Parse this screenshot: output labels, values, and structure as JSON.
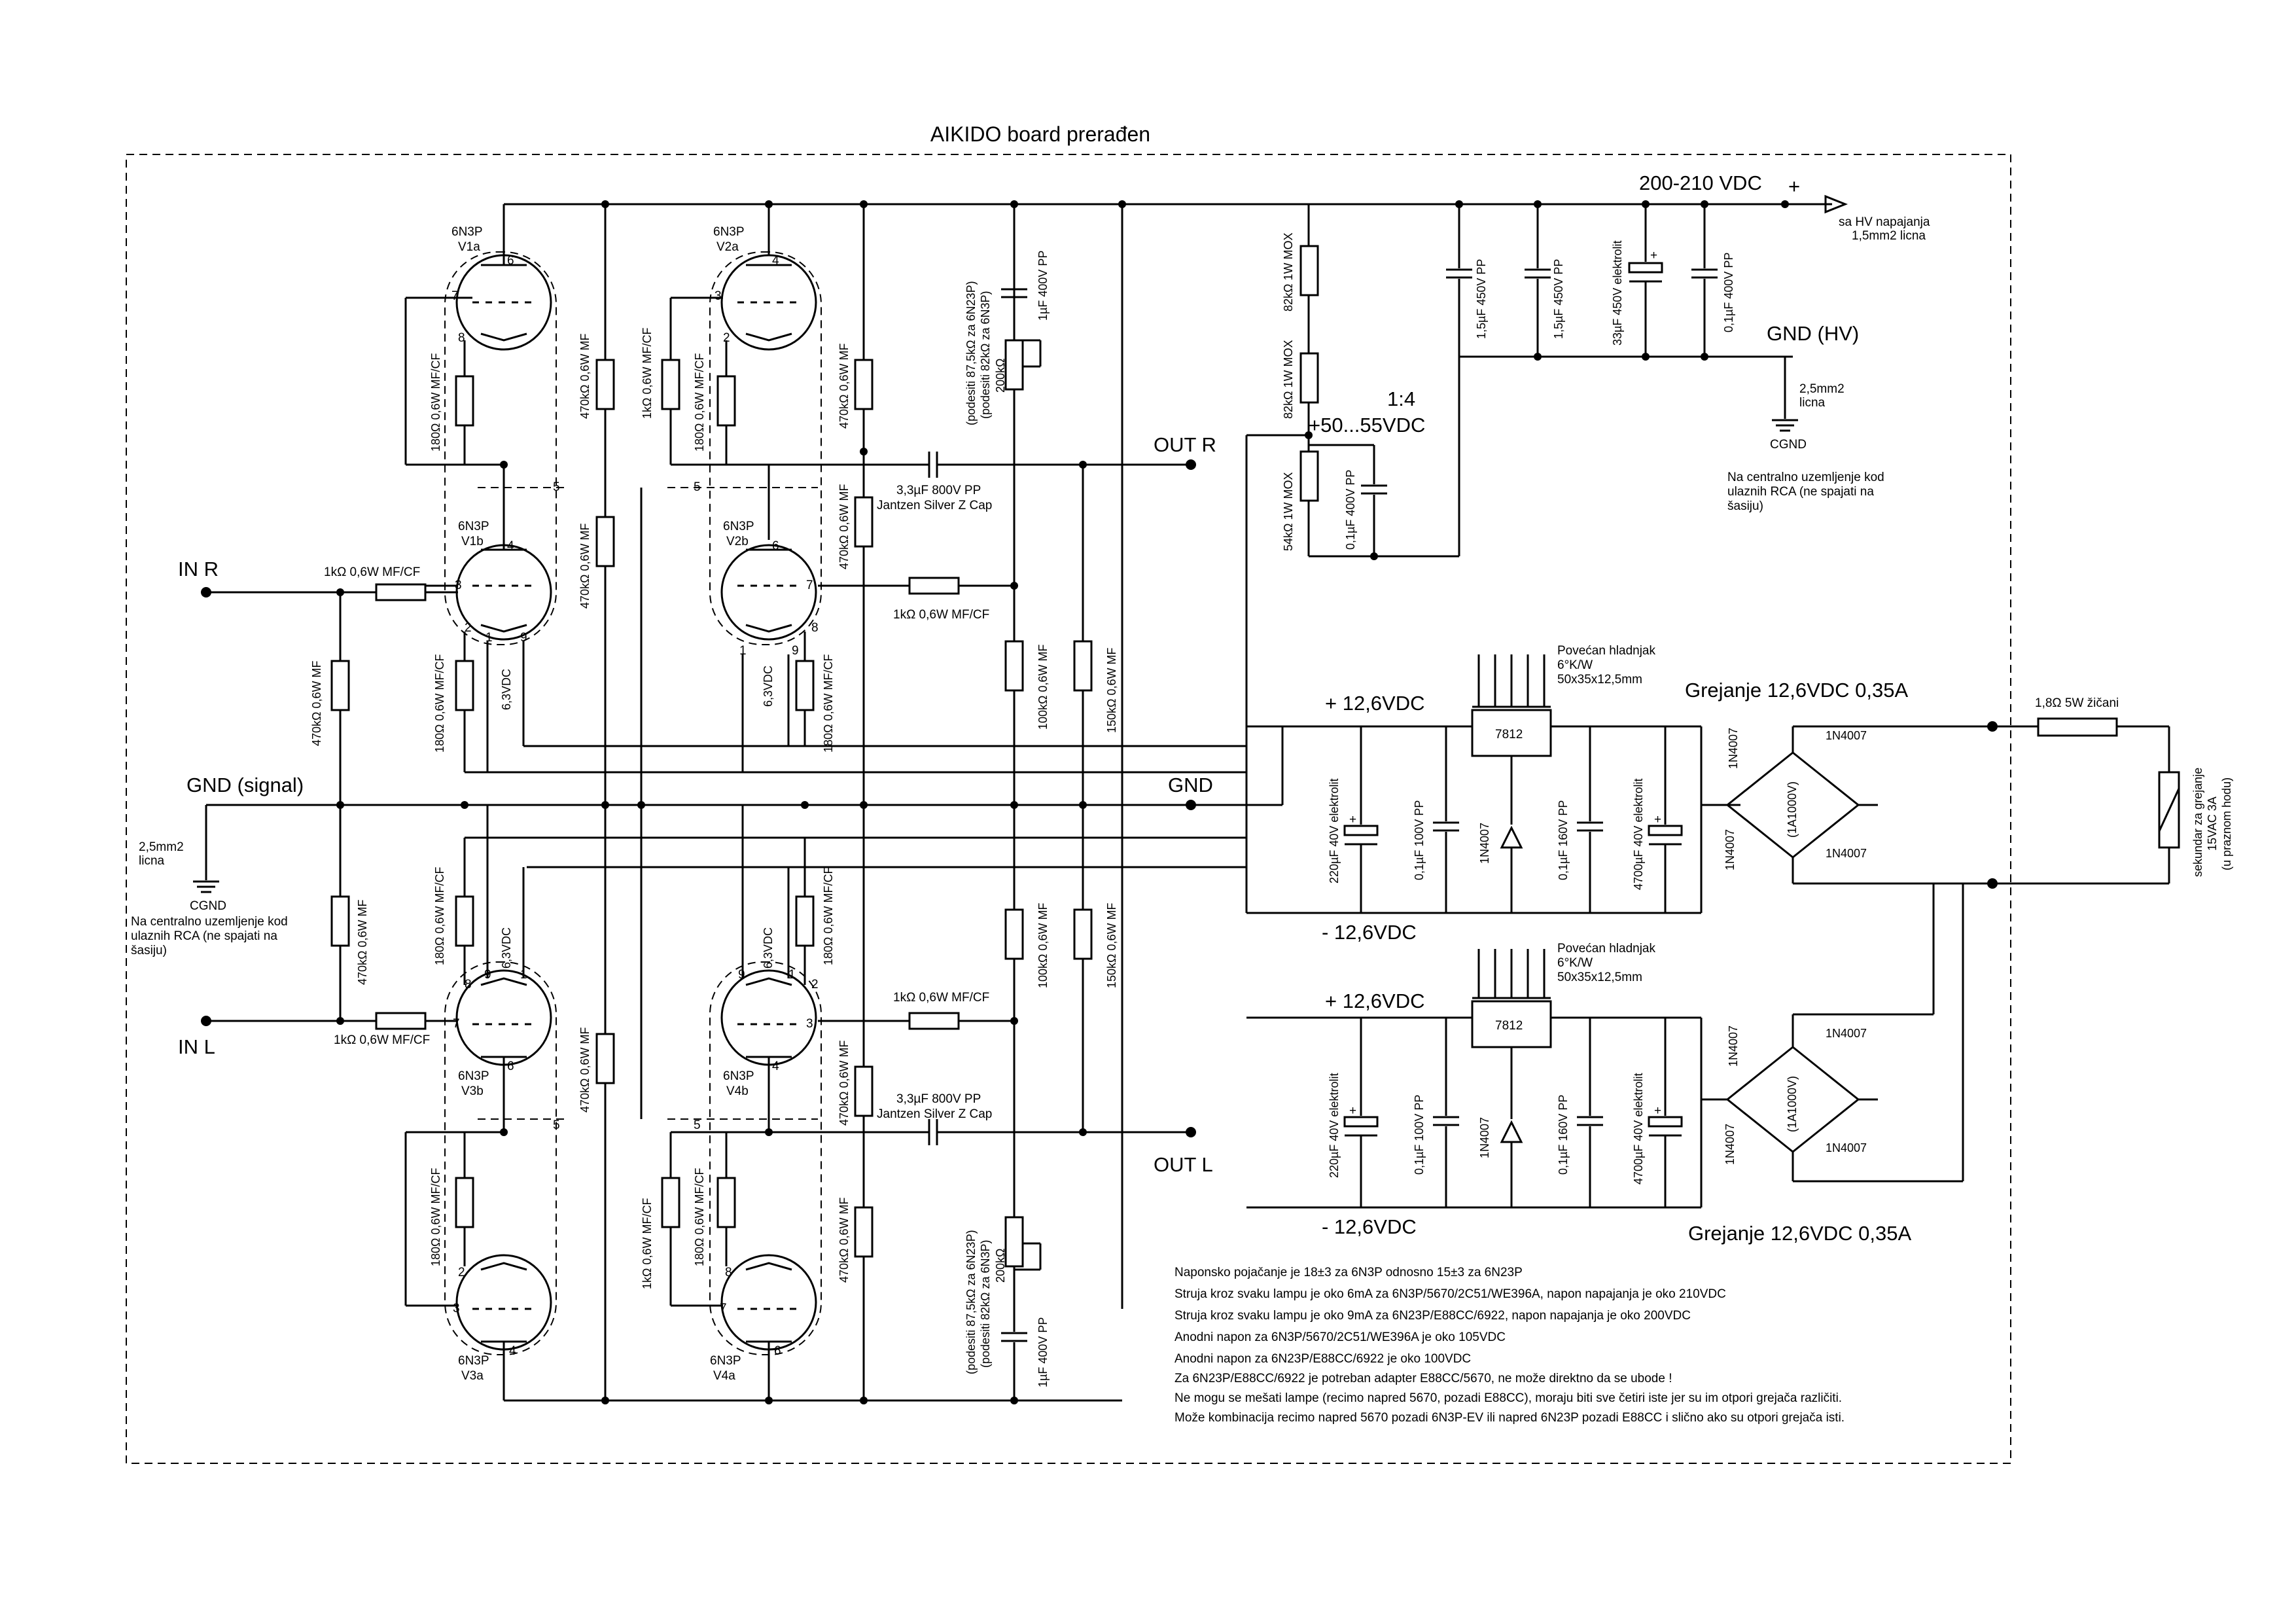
{
  "title": "AIKIDO board prerađen",
  "supply": {
    "hv_label": "200-210 VDC",
    "hv_plus": "+",
    "hv_source": [
      "sa HV napajanja",
      "1,5mm2 licna"
    ],
    "gnd_hv": "GND (HV)",
    "gnd_hv_wire": [
      "2,5mm2",
      "licna"
    ],
    "cgnd": "CGND",
    "hv_note": [
      "Na centralno uzemljenje kod",
      "ulaznih RCA (ne spajati na",
      "šasiju)"
    ],
    "cap1": "1,5µF 450V PP",
    "cap2": "1,5µF 450V PP",
    "cap3": "33µF 450V elektrolit",
    "cap4": "0,1µF 400V PP",
    "div_r1": "82kΩ 1W MOX",
    "div_r2": "82kΩ 1W MOX",
    "div_r3": "54kΩ 1W MOX",
    "div_cap": "0,1µF 400V PP",
    "bias_label": "+50...55VDC",
    "ratio": "1:4"
  },
  "signal": {
    "in_r": "IN R",
    "in_l": "IN L",
    "out_r": "OUT R",
    "out_l": "OUT L",
    "gnd_signal": "GND (signal)",
    "gnd": "GND",
    "gnd_wire": [
      "2,5mm2",
      "licna"
    ],
    "cgnd": "CGND",
    "gnd_note": [
      "Na centralno uzemljenje kod",
      "ulaznih RCA (ne spajati na",
      "šasiju)"
    ]
  },
  "tubes": {
    "v1a": [
      "6N3P",
      "V1a"
    ],
    "v2a": [
      "6N3P",
      "V2a"
    ],
    "v1b": [
      "6N3P",
      "V1b"
    ],
    "v2b": [
      "6N3P",
      "V2b"
    ],
    "v3b": [
      "6N3P",
      "V3b"
    ],
    "v4b": [
      "6N3P",
      "V4b"
    ],
    "v3a": [
      "6N3P",
      "V3a"
    ],
    "v4a": [
      "6N3P",
      "V4a"
    ],
    "heater": "6,3VDC"
  },
  "parts": {
    "r180": "180Ω 0,6W MF/CF",
    "r470": "470kΩ 0,6W MF",
    "r1k": "1kΩ 0,6W MF/CF",
    "r1k_in": "1kΩ 0,6W MF/CF",
    "r100k": "100kΩ 0,6W MF",
    "r150k": "150kΩ 0,6W MF",
    "pot": [
      "(podesiti 87,5kΩ za 6N23P)",
      "(podesiti 82kΩ za 6N3P)",
      "200kΩ"
    ],
    "cap_1u": "1µF 400V PP",
    "cap_out": [
      "3,3µF 800V PP",
      "Jantzen Silver Z Cap"
    ]
  },
  "heater": {
    "plus": "+ 12,6VDC",
    "minus": "- 12,6VDC",
    "heatsink": [
      "Povećan hladnjak",
      "6°K/W",
      "50x35x12,5mm"
    ],
    "reg": "7812",
    "c220": "220µF 40V elektrolit",
    "c01a": "0,1µF 100V PP",
    "c01b": "0,1µF 160V PP",
    "c4700": "4700µF 40V elektrolit",
    "diode": "1N4007",
    "bridge": "(1A1000V)",
    "title": "Grejanje  12,6VDC  0,35A",
    "r_ser": "1,8Ω 5W žičani",
    "transformer": [
      "sekundar za grejanje",
      "15VAC 3A",
      "(u praznom hodu)"
    ]
  },
  "notes": [
    "Naponsko pojačanje je 18±3 za 6N3P odnosno 15±3 za 6N23P",
    "Struja kroz svaku lampu je oko 6mA za 6N3P/5670/2C51/WE396A, napon napajanja je oko 210VDC",
    "Struja kroz svaku lampu je oko  9mA za 6N23P/E88CC/6922, napon napajanja je oko 200VDC",
    "Anodni napon za 6N3P/5670/2C51/WE396A je oko 105VDC",
    "Anodni napon za 6N23P/E88CC/6922 je oko 100VDC",
    "Za 6N23P/E88CC/6922 je potreban adapter E88CC/5670, ne  može direktno da se ubode !",
    "Ne mogu se mešati lampe (recimo napred 5670, pozadi E88CC), moraju biti sve četiri iste jer su im otpori grejača različiti.",
    "Može kombinacija recimo napred 5670 pozadi 6N3P-EV ili napred 6N23P pozadi E88CC i slično ako su otpori grejača isti."
  ]
}
